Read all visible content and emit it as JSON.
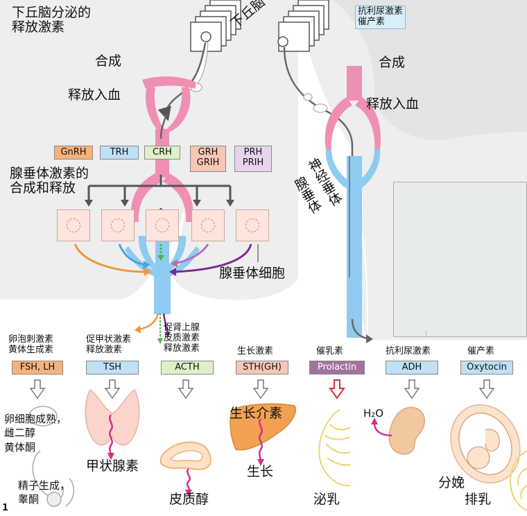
{
  "labels": {
    "hypothalamic_releasing_hormones": [
      "下丘脑分泌的",
      "释放激素"
    ],
    "synthesis_left": "合成",
    "hypothalamus": "下丘脑",
    "release_into_blood_left": "释放入血",
    "adh_oxytocin_box": [
      "抗利尿激素",
      "催产素"
    ],
    "synthesis_right": "合成",
    "release_into_blood_right": "释放入血",
    "adenohypophysis_synthesis_release": [
      "腺垂体激素的",
      "合成和释放"
    ],
    "neurohypophysis": [
      "神经垂体",
      "腺垂体"
    ],
    "adenohypophysis_cells": "腺垂体细胞",
    "figure_number": "1"
  },
  "releasing_hormones": [
    {
      "text": [
        "GnRH"
      ],
      "color": "#f7b27a"
    },
    {
      "text": [
        "TRH"
      ],
      "color": "#bfe0f5"
    },
    {
      "text": [
        "CRH"
      ],
      "color": "#dff0c9"
    },
    {
      "text": [
        "GRH",
        "GRIH"
      ],
      "color": "#f7c6b5"
    },
    {
      "text": [
        "PRH",
        "PRIH"
      ],
      "color": "#e7d4ec"
    }
  ],
  "pituitary_hormones": [
    {
      "title": [
        "卵泡刺激素",
        "黄体生成素"
      ],
      "box": "FSH, LH",
      "color": "#f7b27a"
    },
    {
      "title": [
        "促甲状激素",
        "释放激素"
      ],
      "box": "TSH",
      "color": "#bfe0f5"
    },
    {
      "title": [
        "促肾上腺",
        "皮质激素",
        "释放激素"
      ],
      "box": "ACTH",
      "color": "#dff0c9"
    },
    {
      "title": [
        "生长激素"
      ],
      "box": "STH(GH)",
      "color": "#f7c6b5"
    },
    {
      "title": [
        "催乳素"
      ],
      "box": "Prolactin",
      "color": "#a0739c"
    },
    {
      "title": [
        "抗利尿激素"
      ],
      "box": "ADH",
      "color": "#bfe0f5"
    },
    {
      "title": [
        "催产素"
      ],
      "box": "Oxytocin",
      "color": "#bfe0f5"
    }
  ],
  "effects": {
    "ovary": [
      "卵细胞成熟，",
      "雌二醇",
      "黄体酮"
    ],
    "testis": [
      "精子生成，",
      "睾酮"
    ],
    "thyroid_hormone": "甲状腺素",
    "cortisol": "皮质醇",
    "somatomedin": "生长介素",
    "growth": "生长",
    "lactation": "泌乳",
    "water": "H₂O",
    "delivery": "分娩",
    "milk_ejection": "排乳"
  }
}
